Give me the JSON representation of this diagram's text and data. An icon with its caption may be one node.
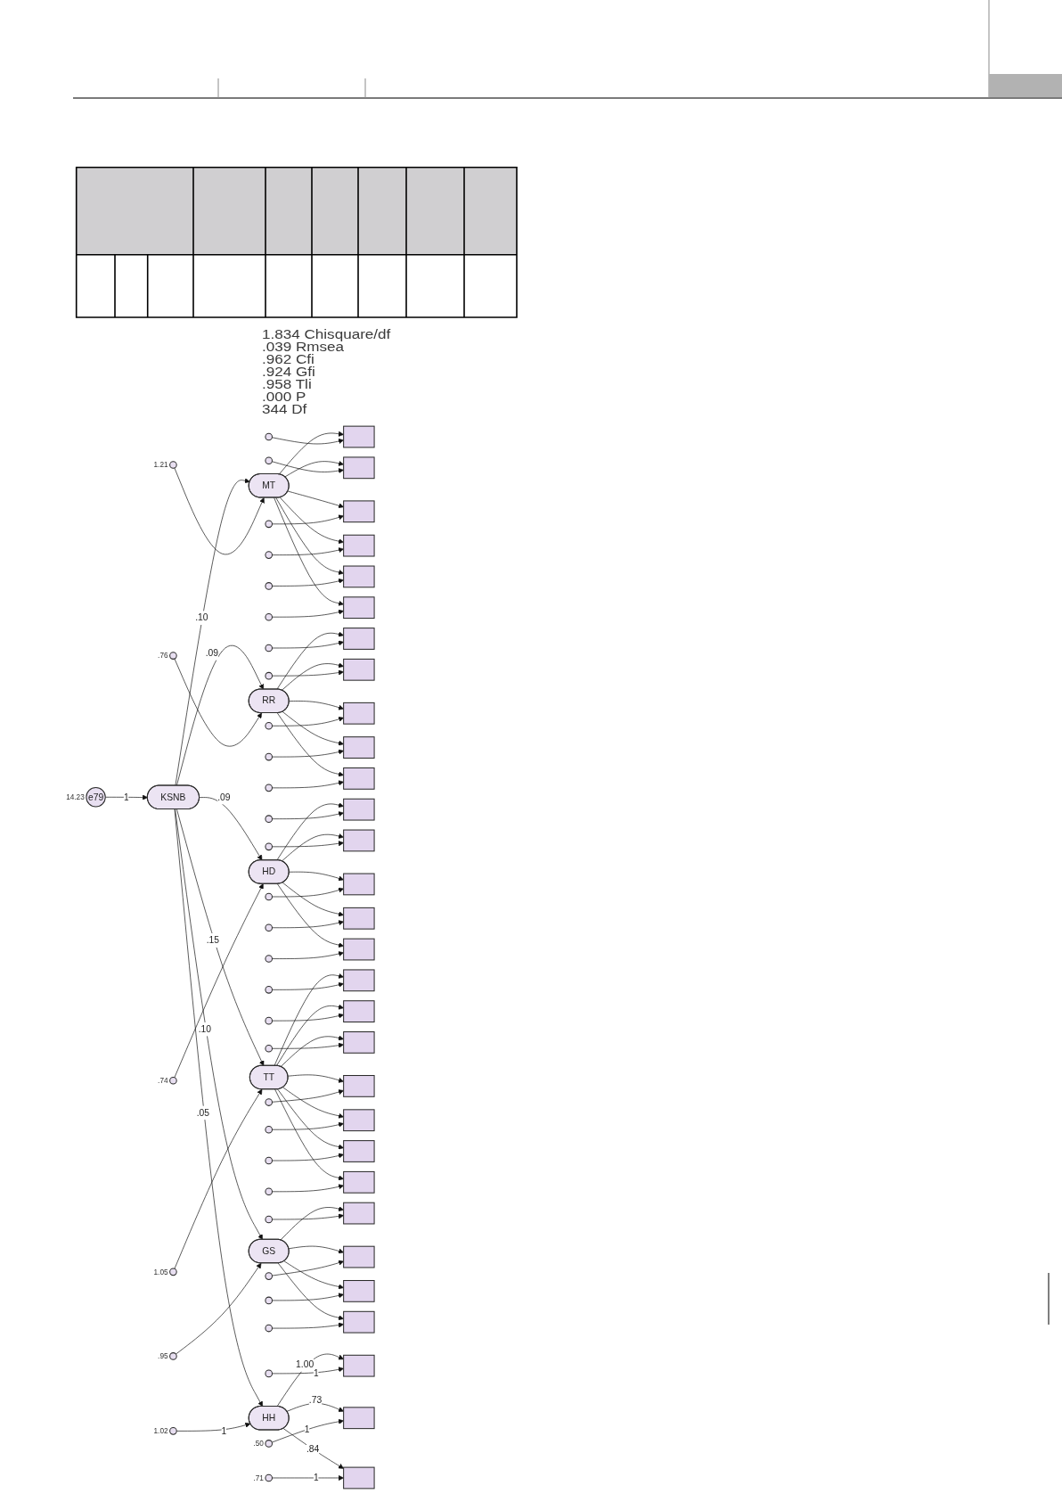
{
  "diagram": {
    "nodes": [
      {
        "text": [
          "e79"
        ],
        "beside": [
          "14.23"
        ]
      },
      {
        "text": [
          "KSNB"
        ]
      },
      {
        "text": [],
        "shape": "circle",
        "beside": [
          "1.21"
        ]
      },
      {
        "text": [
          "MT"
        ]
      },
      {
        "text": [],
        "shape": "box"
      },
      {
        "text": [],
        "shape": "box"
      },
      {
        "text": [],
        "shape": "box"
      },
      {
        "text": [],
        "shape": "box"
      },
      {
        "text": [],
        "shape": "box"
      },
      {
        "text": [],
        "shape": "box"
      },
      {
        "text": [],
        "shape": "circle"
      },
      {
        "text": [],
        "shape": "circle"
      },
      {
        "text": [],
        "shape": "circle"
      },
      {
        "text": [],
        "shape": "circle"
      },
      {
        "text": [],
        "shape": "circle"
      },
      {
        "text": [],
        "shape": "circle"
      },
      {
        "text": [],
        "shape": "circle",
        "beside": [
          ".76"
        ]
      },
      {
        "text": [
          "RR"
        ]
      },
      {
        "text": [],
        "shape": "box"
      },
      {
        "text": [],
        "shape": "box"
      },
      {
        "text": [],
        "shape": "box"
      },
      {
        "text": [],
        "shape": "box"
      },
      {
        "text": [],
        "shape": "box"
      },
      {
        "text": [],
        "shape": "circle"
      },
      {
        "text": [],
        "shape": "circle"
      },
      {
        "text": [],
        "shape": "circle"
      },
      {
        "text": [],
        "shape": "circle"
      },
      {
        "text": [],
        "shape": "circle"
      },
      {
        "text": [],
        "shape": "circle",
        "beside": [
          ".74"
        ]
      },
      {
        "text": [
          "HD"
        ]
      },
      {
        "text": [],
        "shape": "box"
      },
      {
        "text": [],
        "shape": "box"
      },
      {
        "text": [],
        "shape": "box"
      },
      {
        "text": [],
        "shape": "box"
      },
      {
        "text": [],
        "shape": "box"
      },
      {
        "text": [],
        "shape": "circle"
      },
      {
        "text": [],
        "shape": "circle"
      },
      {
        "text": [],
        "shape": "circle"
      },
      {
        "text": [],
        "shape": "circle"
      },
      {
        "text": [],
        "shape": "circle"
      },
      {
        "text": [],
        "shape": "circle",
        "beside": [
          "1.05"
        ]
      },
      {
        "text": [
          "TT"
        ]
      },
      {
        "text": [],
        "shape": "box"
      },
      {
        "text": [],
        "shape": "box"
      },
      {
        "text": [],
        "shape": "box"
      },
      {
        "text": [],
        "shape": "box"
      },
      {
        "text": [],
        "shape": "box"
      },
      {
        "text": [],
        "shape": "box"
      },
      {
        "text": [],
        "shape": "box"
      },
      {
        "text": [],
        "shape": "circle"
      },
      {
        "text": [],
        "shape": "circle"
      },
      {
        "text": [],
        "shape": "circle"
      },
      {
        "text": [],
        "shape": "circle"
      },
      {
        "text": [],
        "shape": "circle"
      },
      {
        "text": [],
        "shape": "circle"
      },
      {
        "text": [],
        "shape": "circle"
      },
      {
        "text": [],
        "shape": "circle",
        "beside": [
          ".95"
        ]
      },
      {
        "text": [
          "GS"
        ]
      },
      {
        "text": [],
        "shape": "box"
      },
      {
        "text": [],
        "shape": "box"
      },
      {
        "text": [],
        "shape": "box"
      },
      {
        "text": [],
        "shape": "box"
      },
      {
        "text": [],
        "shape": "circle"
      },
      {
        "text": [],
        "shape": "circle"
      },
      {
        "text": [],
        "shape": "circle"
      },
      {
        "text": [],
        "shape": "circle"
      },
      {
        "text": [
          "HH"
        ]
      },
      {
        "text": [],
        "shape": "circle",
        "beside": [
          "1.02"
        ]
      },
      {
        "text": [],
        "shape": "box"
      },
      {
        "text": [],
        "shape": "box"
      },
      {
        "text": [],
        "shape": "box"
      },
      {
        "text": [],
        "shape": "circle"
      },
      {
        "text": [],
        "shape": "circle",
        "beside": [
          ".50"
        ]
      },
      {
        "text": [],
        "shape": "circle",
        "beside": [
          ".71"
        ]
      }
    ],
    "edges": [
      {
        "from": 0,
        "to": 1,
        "arrow": "to",
        "label": "1"
      },
      {
        "from": 1,
        "to": 3,
        "arrow": "to",
        "label": ".10"
      },
      {
        "from": 1,
        "to": 17,
        "arrow": "to",
        "label": ".09"
      },
      {
        "from": 1,
        "to": 29,
        "arrow": "to",
        "label": ".09"
      },
      {
        "from": 1,
        "to": 41,
        "arrow": "to",
        "label": ".15"
      },
      {
        "from": 1,
        "to": 57,
        "arrow": "to",
        "label": ".10"
      },
      {
        "from": 1,
        "to": 66,
        "arrow": "to",
        "label": ".05"
      },
      {
        "from": 2,
        "to": 3,
        "arrow": "to"
      },
      {
        "from": 3,
        "to": 4,
        "arrow": "to"
      },
      {
        "from": 3,
        "to": 5,
        "arrow": "to"
      },
      {
        "from": 3,
        "to": 6,
        "arrow": "to"
      },
      {
        "from": 3,
        "to": 7,
        "arrow": "to"
      },
      {
        "from": 3,
        "to": 8,
        "arrow": "to"
      },
      {
        "from": 3,
        "to": 9,
        "arrow": "to"
      },
      {
        "from": 10,
        "to": 4,
        "arrow": "to"
      },
      {
        "from": 11,
        "to": 5,
        "arrow": "to"
      },
      {
        "from": 12,
        "to": 6,
        "arrow": "to"
      },
      {
        "from": 13,
        "to": 7,
        "arrow": "to"
      },
      {
        "from": 14,
        "to": 8,
        "arrow": "to"
      },
      {
        "from": 15,
        "to": 9,
        "arrow": "to"
      },
      {
        "from": 16,
        "to": 17,
        "arrow": "to"
      },
      {
        "from": 17,
        "to": 18,
        "arrow": "to"
      },
      {
        "from": 17,
        "to": 19,
        "arrow": "to"
      },
      {
        "from": 17,
        "to": 20,
        "arrow": "to"
      },
      {
        "from": 17,
        "to": 21,
        "arrow": "to"
      },
      {
        "from": 17,
        "to": 22,
        "arrow": "to"
      },
      {
        "from": 23,
        "to": 18,
        "arrow": "to"
      },
      {
        "from": 24,
        "to": 19,
        "arrow": "to"
      },
      {
        "from": 25,
        "to": 20,
        "arrow": "to"
      },
      {
        "from": 26,
        "to": 21,
        "arrow": "to"
      },
      {
        "from": 27,
        "to": 22,
        "arrow": "to"
      },
      {
        "from": 28,
        "to": 29,
        "arrow": "to"
      },
      {
        "from": 29,
        "to": 30,
        "arrow": "to"
      },
      {
        "from": 29,
        "to": 31,
        "arrow": "to"
      },
      {
        "from": 29,
        "to": 32,
        "arrow": "to"
      },
      {
        "from": 29,
        "to": 33,
        "arrow": "to"
      },
      {
        "from": 29,
        "to": 34,
        "arrow": "to"
      },
      {
        "from": 35,
        "to": 30,
        "arrow": "to"
      },
      {
        "from": 36,
        "to": 31,
        "arrow": "to"
      },
      {
        "from": 37,
        "to": 32,
        "arrow": "to"
      },
      {
        "from": 38,
        "to": 33,
        "arrow": "to"
      },
      {
        "from": 39,
        "to": 34,
        "arrow": "to"
      },
      {
        "from": 40,
        "to": 41,
        "arrow": "to"
      },
      {
        "from": 41,
        "to": 42,
        "arrow": "to"
      },
      {
        "from": 41,
        "to": 43,
        "arrow": "to"
      },
      {
        "from": 41,
        "to": 44,
        "arrow": "to"
      },
      {
        "from": 41,
        "to": 45,
        "arrow": "to"
      },
      {
        "from": 41,
        "to": 46,
        "arrow": "to"
      },
      {
        "from": 41,
        "to": 47,
        "arrow": "to"
      },
      {
        "from": 41,
        "to": 48,
        "arrow": "to"
      },
      {
        "from": 49,
        "to": 42,
        "arrow": "to"
      },
      {
        "from": 50,
        "to": 43,
        "arrow": "to"
      },
      {
        "from": 51,
        "to": 44,
        "arrow": "to"
      },
      {
        "from": 52,
        "to": 45,
        "arrow": "to"
      },
      {
        "from": 53,
        "to": 46,
        "arrow": "to"
      },
      {
        "from": 54,
        "to": 47,
        "arrow": "to"
      },
      {
        "from": 55,
        "to": 48,
        "arrow": "to"
      },
      {
        "from": 56,
        "to": 57,
        "arrow": "to"
      },
      {
        "from": 57,
        "to": 58,
        "arrow": "to"
      },
      {
        "from": 57,
        "to": 59,
        "arrow": "to"
      },
      {
        "from": 57,
        "to": 60,
        "arrow": "to"
      },
      {
        "from": 57,
        "to": 61,
        "arrow": "to"
      },
      {
        "from": 62,
        "to": 58,
        "arrow": "to"
      },
      {
        "from": 63,
        "to": 59,
        "arrow": "to"
      },
      {
        "from": 64,
        "to": 60,
        "arrow": "to"
      },
      {
        "from": 65,
        "to": 61,
        "arrow": "to"
      },
      {
        "from": 67,
        "to": 66,
        "arrow": "to",
        "label": "1"
      },
      {
        "from": 66,
        "to": 68,
        "arrow": "to",
        "label": "1.00"
      },
      {
        "from": 66,
        "to": 69,
        "arrow": "to",
        "label": ".73"
      },
      {
        "from": 66,
        "to": 70,
        "arrow": "to",
        "label": ".84"
      },
      {
        "from": 71,
        "to": 68,
        "arrow": "to",
        "label": "1"
      },
      {
        "from": 72,
        "to": 69,
        "arrow": "to",
        "label": "1"
      },
      {
        "from": 73,
        "to": 70,
        "arrow": "to",
        "label": "1"
      }
    ],
    "labels": [
      "1.834 Chisquare/df",
      ".039 Rmsea",
      ".962 Cfi",
      ".924 Gfi",
      ".958 Tli",
      ".000 P",
      "344 Df"
    ]
  }
}
